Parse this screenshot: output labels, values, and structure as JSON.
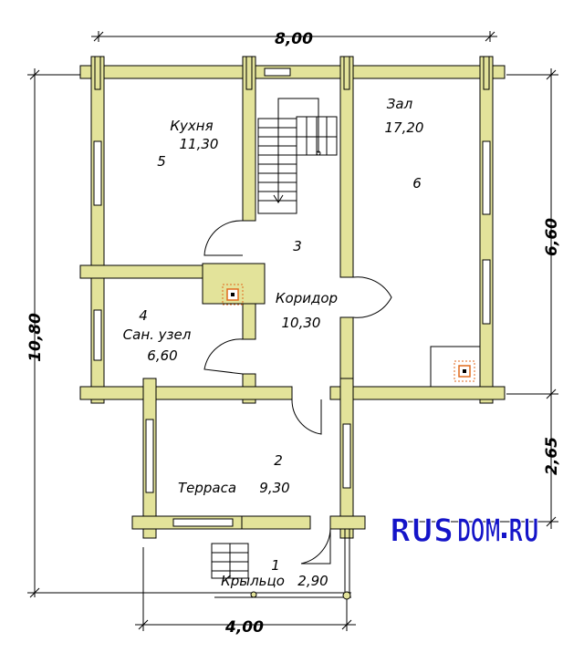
{
  "colors": {
    "wall": "#e3e39a",
    "wall_stroke": "#000000",
    "brand_blue": "#1414c8",
    "brand_stroke": "#ffffff",
    "stove": "#e06a1c"
  },
  "dimensions": {
    "top_width": "8,00",
    "bottom_width": "4,00",
    "left_height": "10,80",
    "right_upper": "6,60",
    "right_lower": "2,65"
  },
  "rooms": {
    "kitchen": {
      "name": "Кухня",
      "area": "11,30",
      "number": "5"
    },
    "hall": {
      "name": "Зал",
      "area": "17,20",
      "number": "6"
    },
    "stair_hall": {
      "number": "3"
    },
    "corridor": {
      "name": "Коридор",
      "area": "10,30"
    },
    "bathroom": {
      "name": "Сан. узел",
      "area": "6,60",
      "number": "4"
    },
    "terrace": {
      "name": "Терраса",
      "area": "9,30",
      "number": "2"
    },
    "porch": {
      "name": "Крыльцо",
      "area": "2,90",
      "number": "1"
    }
  },
  "watermark": {
    "part1": "RUS",
    "part2": "DOM",
    "part3": "RU"
  }
}
